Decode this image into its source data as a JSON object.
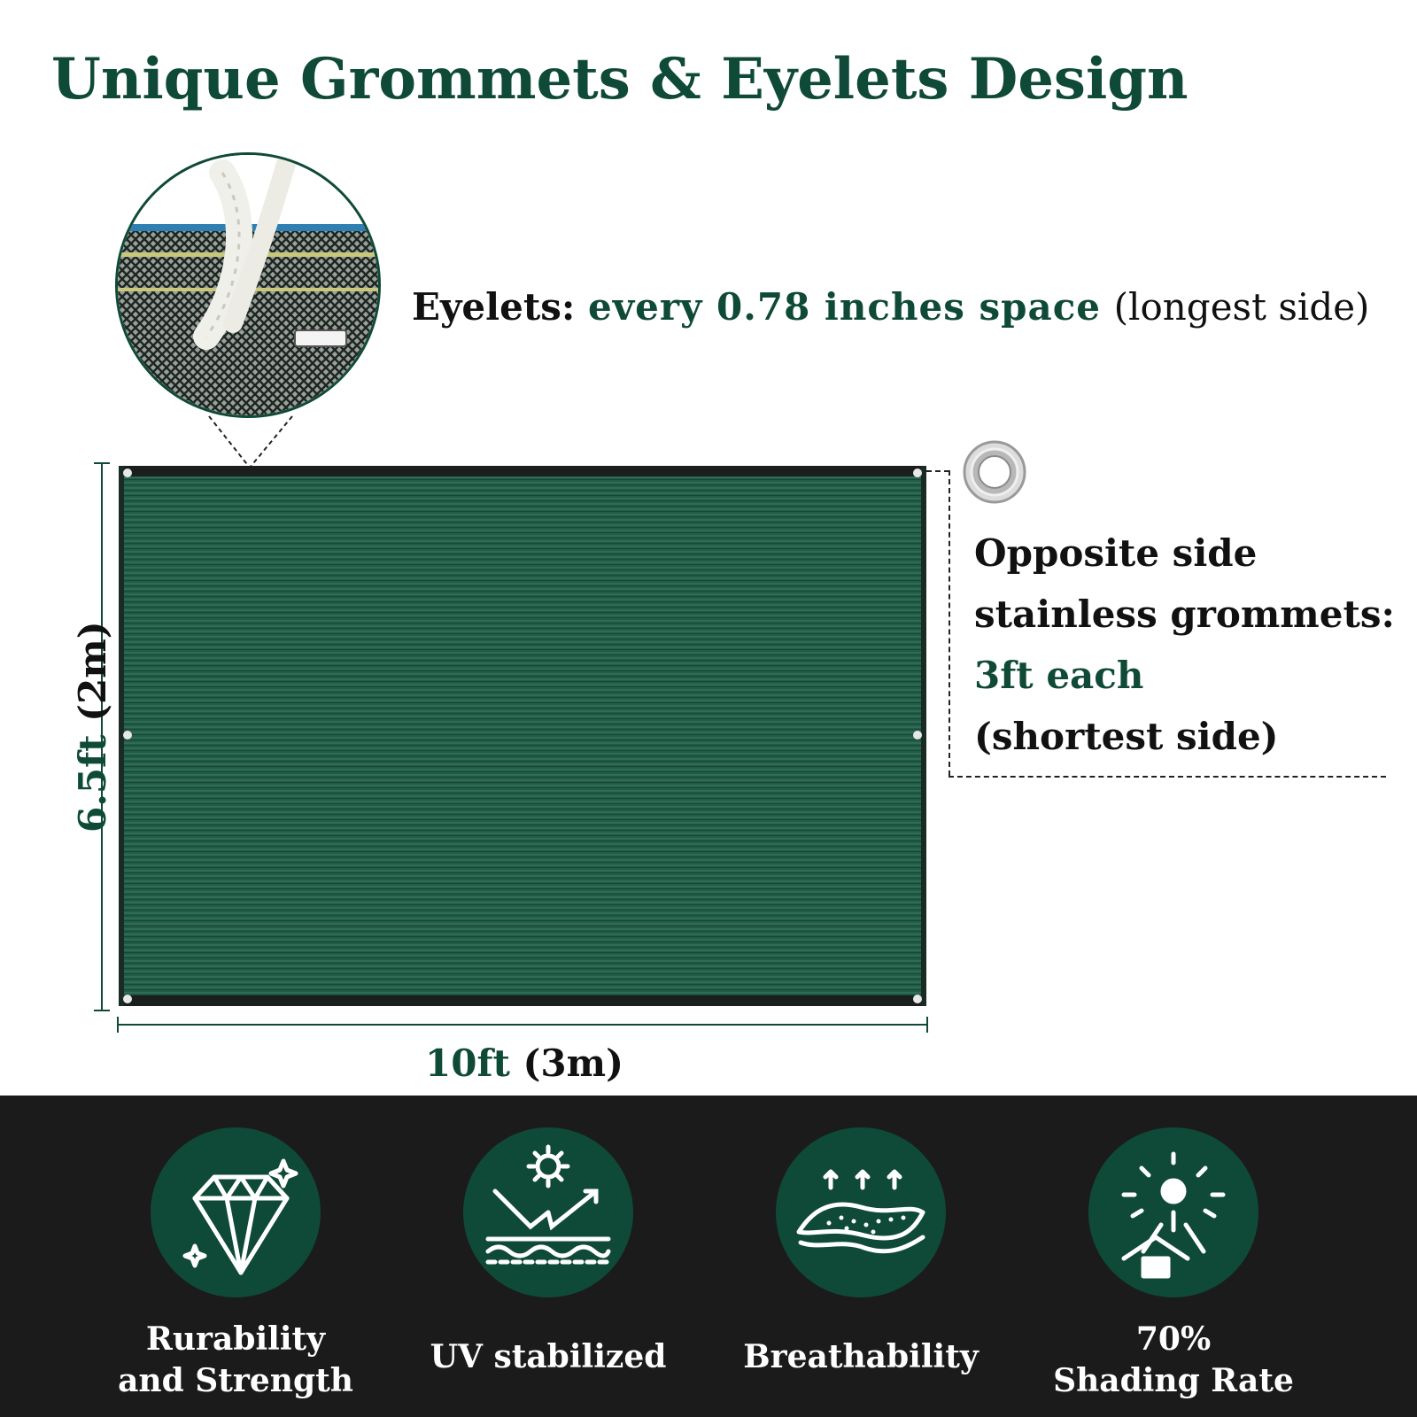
{
  "title": "Unique Grommets & Eyelets Design",
  "eyelets": {
    "prefix": "Eyelets:",
    "highlight": "every 0.78 inches space",
    "suffix": "(longest side)"
  },
  "opposite": {
    "line1": "Opposite side",
    "line2": "stainless grommets:",
    "highlight": "3ft each",
    "line4": "(shortest side)"
  },
  "dimensions": {
    "width_highlight": "10ft",
    "width_suffix": "(3m)",
    "height_highlight": "6.5ft",
    "height_suffix": "(2m)"
  },
  "features": [
    {
      "icon": "diamond-icon",
      "line1": "Rurability",
      "line2": "and Strength"
    },
    {
      "icon": "uv-shield-icon",
      "line1": "UV stabilized",
      "line2": ""
    },
    {
      "icon": "breathable-fabric-icon",
      "line1": "Breathability",
      "line2": ""
    },
    {
      "icon": "sun-shade-icon",
      "line1": "70%",
      "line2": "Shading Rate"
    }
  ],
  "colors": {
    "brand_green": "#0e4a37",
    "net_green": "#1f5a45",
    "footer_bg": "#1b1b1b"
  }
}
